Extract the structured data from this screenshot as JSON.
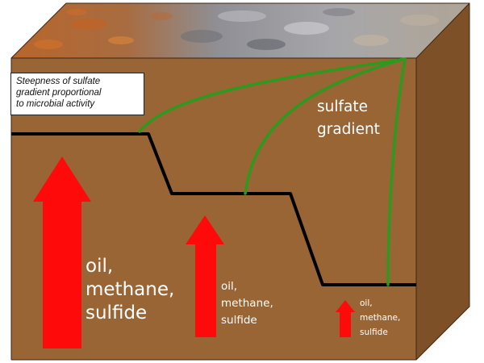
{
  "note": {
    "lines": [
      "Steepness of sulfate",
      "gradient proportional",
      "to microbial activity"
    ]
  },
  "gradient_label": {
    "lines": [
      "sulfate",
      "gradient"
    ]
  },
  "arrows": [
    {
      "lines": [
        "oil,",
        "methane,",
        "sulfide"
      ]
    },
    {
      "lines": [
        "oil,",
        "methane,",
        "sulfide"
      ]
    },
    {
      "lines": [
        "oil,",
        "methane,",
        "sulfide"
      ]
    }
  ],
  "colors": {
    "sediment": "#9a6535",
    "side_face": "#7d5028",
    "arrow": "#ff0a0a",
    "gradient_line": "#2c9a1e",
    "interface_line": "#000000",
    "label_text": "#ffffff"
  }
}
